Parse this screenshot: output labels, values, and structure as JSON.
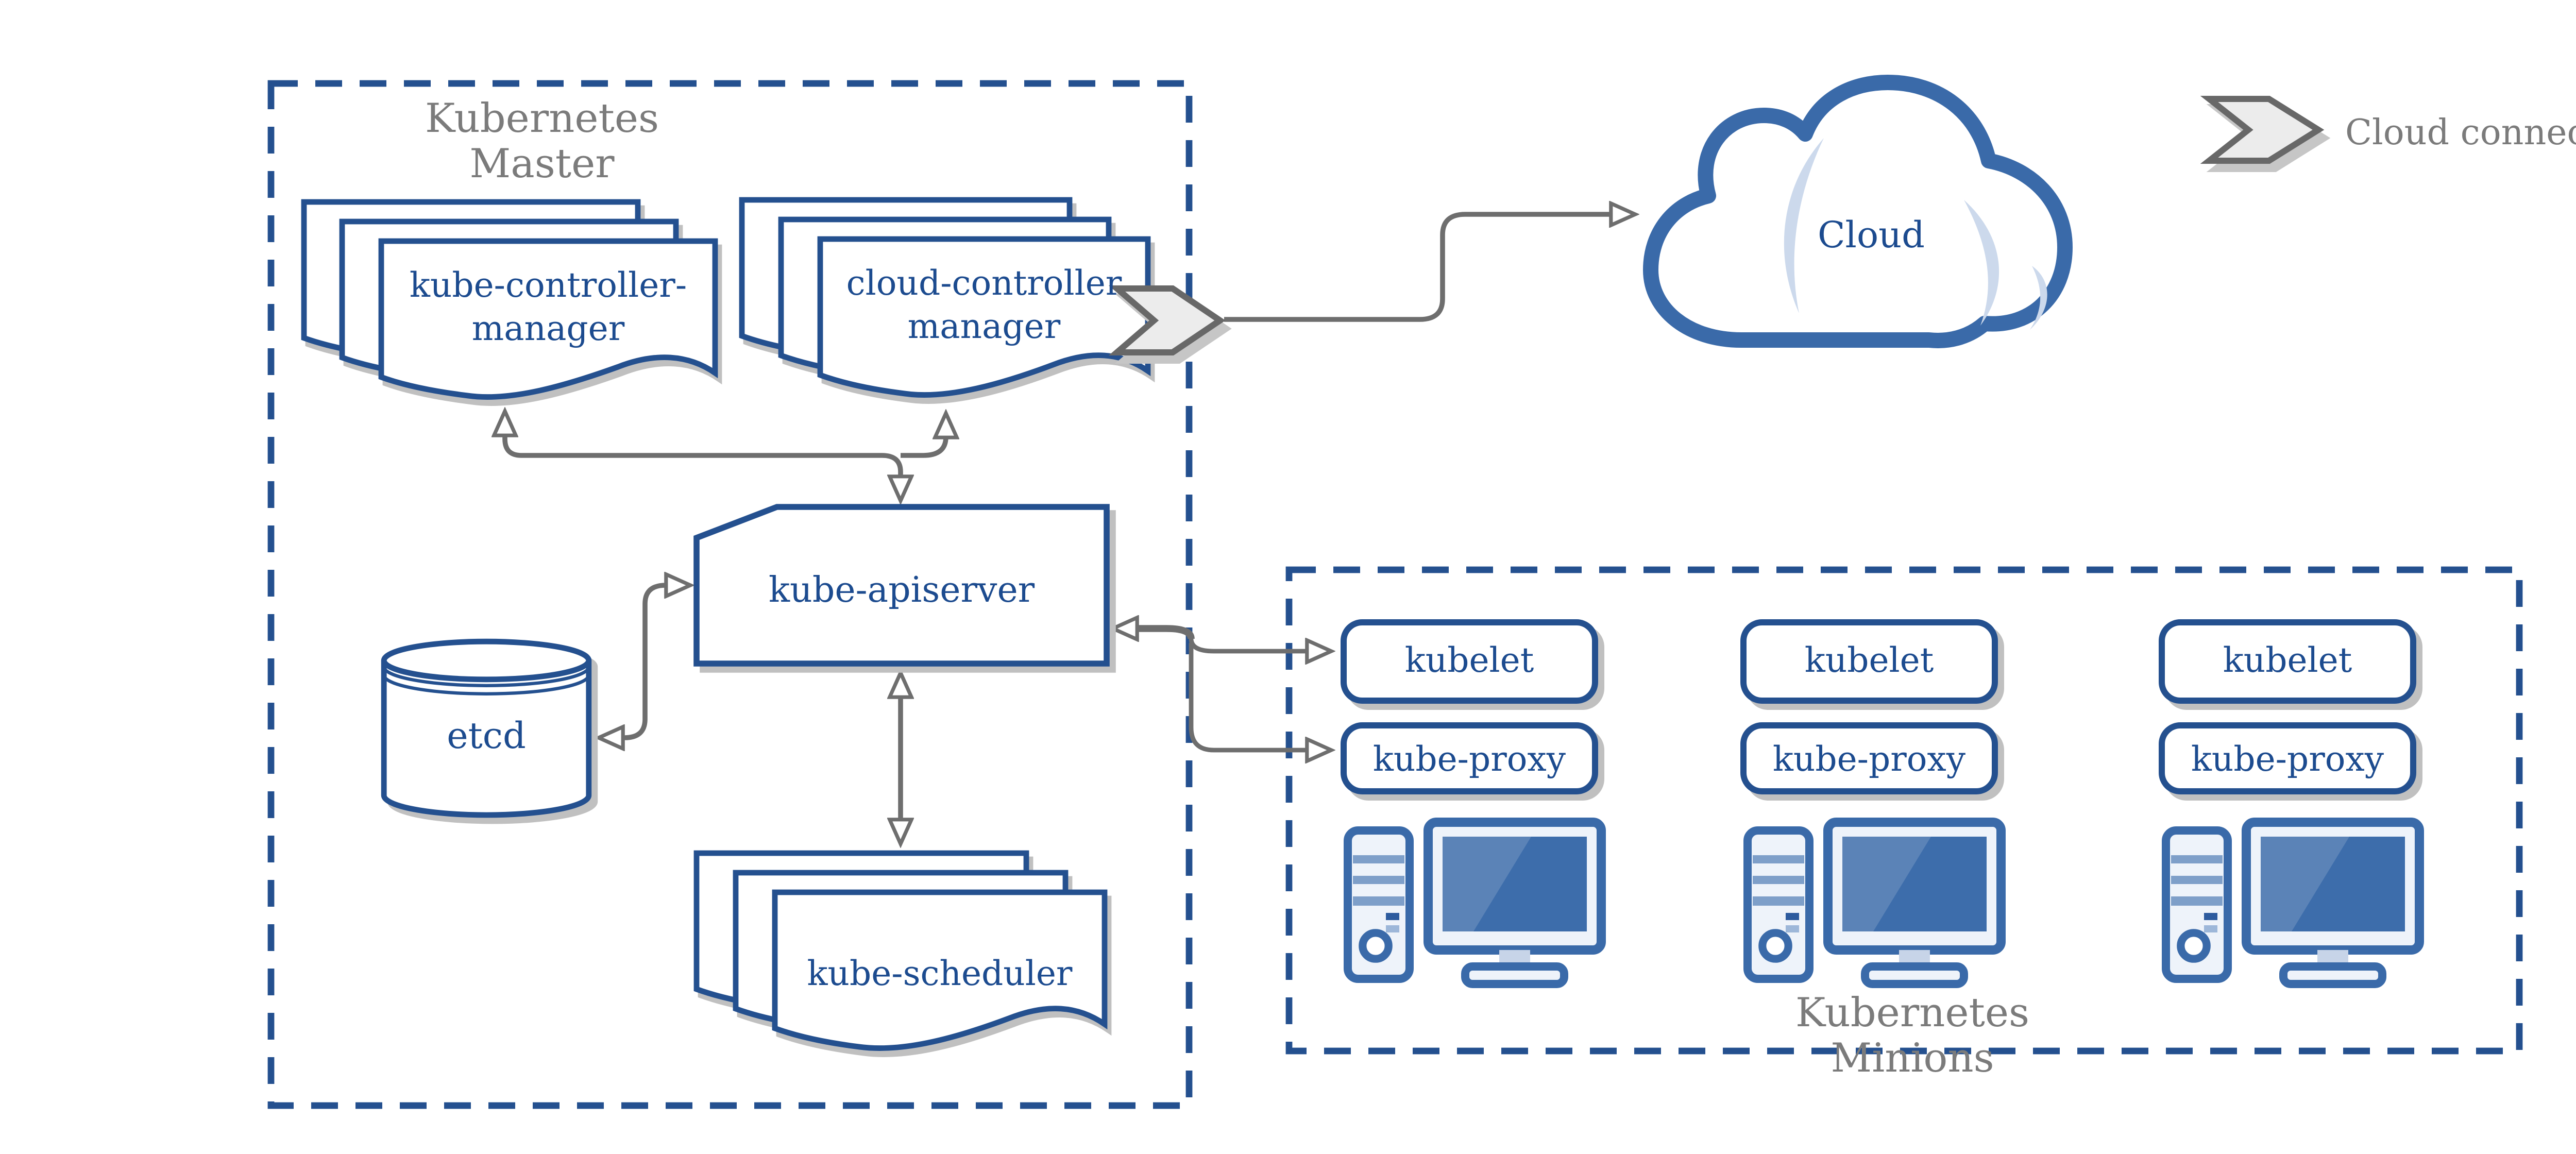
{
  "master": {
    "title_line1": "Kubernetes",
    "title_line2": "Master",
    "nodes": {
      "kube_controller_manager": {
        "line1": "kube-controller-",
        "line2": "manager"
      },
      "cloud_controller_manager": {
        "line1": "cloud-controller",
        "line2": "manager"
      },
      "kube_apiserver": {
        "label": "kube-apiserver"
      },
      "etcd": {
        "label": "etcd"
      },
      "kube_scheduler": {
        "label": "kube-scheduler"
      }
    }
  },
  "cloud": {
    "label": "Cloud"
  },
  "legend": {
    "label": "Cloud connector"
  },
  "minions": {
    "title_line1": "Kubernetes",
    "title_line2": "Minions",
    "nodes": [
      {
        "kubelet": "kubelet",
        "kube_proxy": "kube-proxy"
      },
      {
        "kubelet": "kubelet",
        "kube_proxy": "kube-proxy"
      },
      {
        "kubelet": "kubelet",
        "kube_proxy": "kube-proxy"
      }
    ]
  },
  "colors": {
    "shape_border_blue": "#24508f",
    "text_blue": "#1c4b8f",
    "icon_blue": "#3a6aa9",
    "screen_blue": "#3d6dab",
    "screen_highlight": "#5b83b7",
    "cloud_accent_blue": "#ccd9ec",
    "pale_fill": "#eef3fa",
    "arrow_gray": "#6e6e6e",
    "label_gray": "#7b7b7b",
    "chevron_fill": "#ececec",
    "shadow_gray": "#c0c0c0"
  }
}
